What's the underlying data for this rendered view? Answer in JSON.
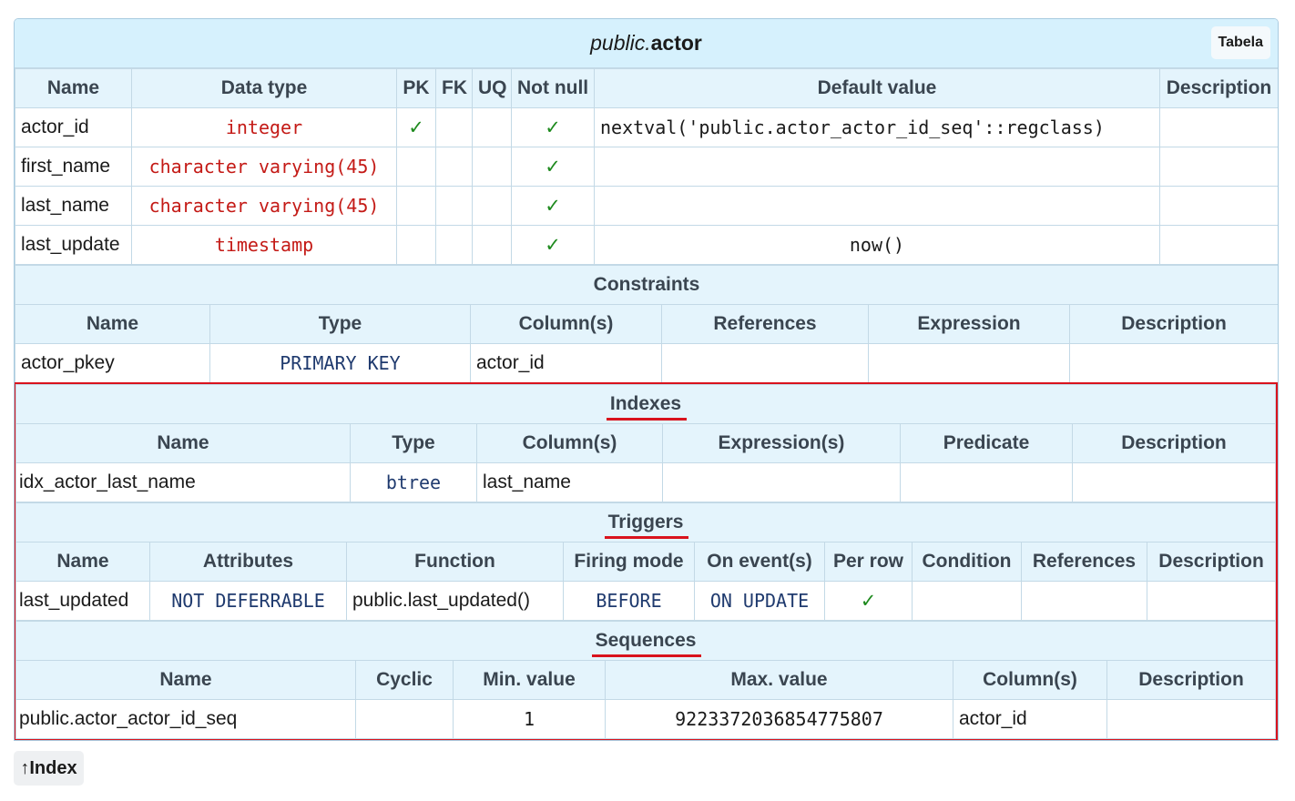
{
  "table_header": {
    "schema": "public.",
    "name": "actor",
    "badge": "Tabela"
  },
  "columns": {
    "headers": [
      "Name",
      "Data type",
      "PK",
      "FK",
      "UQ",
      "Not null",
      "Default value",
      "Description"
    ],
    "rows": [
      {
        "name": "actor_id",
        "type": "integer",
        "pk": "✓",
        "fk": "",
        "uq": "",
        "notnull": "✓",
        "default": "nextval('public.actor_actor_id_seq'::regclass)",
        "desc": ""
      },
      {
        "name": "first_name",
        "type": "character varying(45)",
        "pk": "",
        "fk": "",
        "uq": "",
        "notnull": "✓",
        "default": "",
        "desc": ""
      },
      {
        "name": "last_name",
        "type": "character varying(45)",
        "pk": "",
        "fk": "",
        "uq": "",
        "notnull": "✓",
        "default": "",
        "desc": ""
      },
      {
        "name": "last_update",
        "type": "timestamp",
        "pk": "",
        "fk": "",
        "uq": "",
        "notnull": "✓",
        "default": "now()",
        "desc": ""
      }
    ]
  },
  "constraints": {
    "title": "Constraints",
    "headers": [
      "Name",
      "Type",
      "Column(s)",
      "References",
      "Expression",
      "Description"
    ],
    "rows": [
      {
        "name": "actor_pkey",
        "type": "PRIMARY KEY",
        "columns": "actor_id",
        "refs": "",
        "expr": "",
        "desc": ""
      }
    ]
  },
  "indexes": {
    "title": "Indexes",
    "headers": [
      "Name",
      "Type",
      "Column(s)",
      "Expression(s)",
      "Predicate",
      "Description"
    ],
    "rows": [
      {
        "name": "idx_actor_last_name",
        "type": "btree",
        "columns": "last_name",
        "expr": "",
        "pred": "",
        "desc": ""
      }
    ]
  },
  "triggers": {
    "title": "Triggers",
    "headers": [
      "Name",
      "Attributes",
      "Function",
      "Firing mode",
      "On event(s)",
      "Per row",
      "Condition",
      "References",
      "Description"
    ],
    "rows": [
      {
        "name": "last_updated",
        "attrs": "NOT DEFERRABLE",
        "func": "public.last_updated()",
        "mode": "BEFORE",
        "events": "ON UPDATE",
        "perrow": "✓",
        "cond": "",
        "refs": "",
        "desc": ""
      }
    ]
  },
  "sequences": {
    "title": "Sequences",
    "headers": [
      "Name",
      "Cyclic",
      "Min. value",
      "Max. value",
      "Column(s)",
      "Description"
    ],
    "rows": [
      {
        "name": "public.actor_actor_id_seq",
        "cyclic": "",
        "min": "1",
        "max": "9223372036854775807",
        "columns": "actor_id",
        "desc": ""
      }
    ]
  },
  "footer": {
    "index_link": "↑Index"
  },
  "colors": {
    "header_bg": "#d6f1fd",
    "section_bg": "#e4f4fc",
    "type_red": "#c41a16",
    "highlight_red": "#d9131d",
    "check_green": "#1e8a1e"
  }
}
